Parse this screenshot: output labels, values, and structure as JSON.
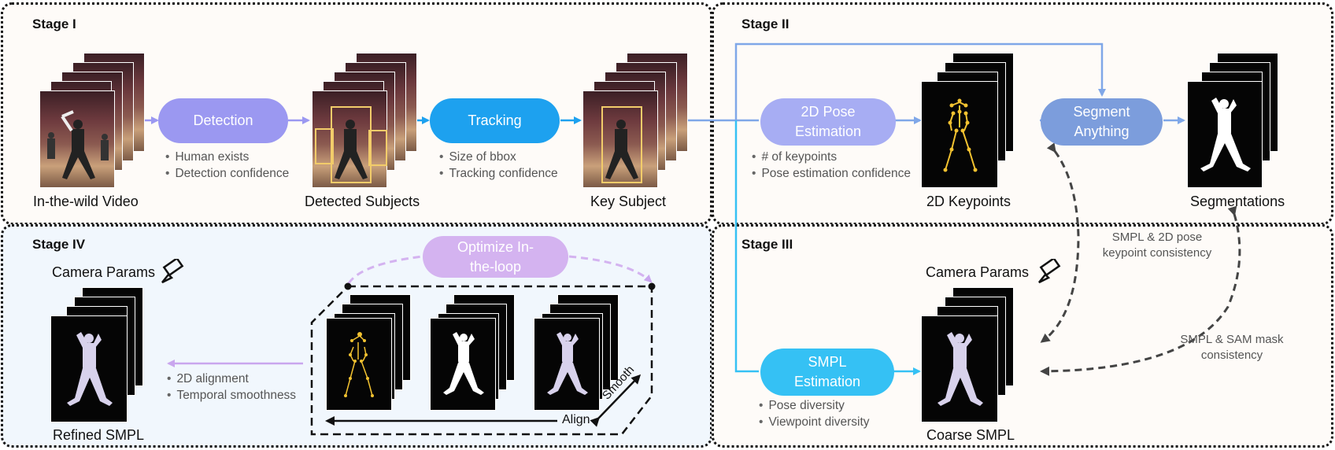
{
  "stages": {
    "stage1": {
      "title": "Stage I",
      "video_caption": "In-the-wild Video",
      "detection_label": "Detection",
      "detection_bullets": [
        "Human exists",
        "Detection confidence"
      ],
      "detected_caption": "Detected Subjects",
      "tracking_label": "Tracking",
      "tracking_bullets": [
        "Size of bbox",
        "Tracking confidence"
      ],
      "key_caption": "Key Subject"
    },
    "stage2": {
      "title": "Stage II",
      "pose_label": "2D Pose Estimation",
      "pose_bullets": [
        "# of keypoints",
        "Pose estimation confidence"
      ],
      "keypoints_caption": "2D Keypoints",
      "sam_label": "Segment Anything",
      "seg_caption": "Segmentations"
    },
    "stage3": {
      "title": "Stage III",
      "camera_caption": "Camera Params",
      "smpl_label": "SMPL Estimation",
      "smpl_bullets": [
        "Pose diversity",
        "Viewpoint diversity"
      ],
      "coarse_caption": "Coarse SMPL",
      "note_pose": "SMPL & 2D pose keypoint consistency",
      "note_mask": "SMPL & SAM mask consistency"
    },
    "stage4": {
      "title": "Stage IV",
      "camera_caption": "Camera Params",
      "optimize_label": "Optimize In-the-loop",
      "refine_bullets": [
        "2D alignment",
        "Temporal smoothness"
      ],
      "refined_caption": "Refined SMPL",
      "align_label": "Align",
      "smooth_label": "Smooth"
    }
  },
  "colors": {
    "detection": "#9b98f1",
    "tracking": "#1da1ef",
    "pose": "#a7adf3",
    "sam": "#7c9ddc",
    "smpl": "#35c1f4",
    "optimize": "#d4b3f0",
    "keypoint": "#f2c230",
    "bbox": "#f2cc6a",
    "panel_bg_top": "#fefbf8",
    "panel_bg_stage4": "#f1f7fd"
  },
  "icons": [
    "camera-icon"
  ]
}
